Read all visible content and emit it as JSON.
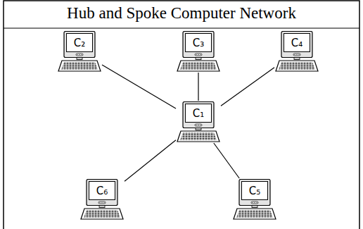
{
  "diagram": {
    "title": "Hub and Spoke Computer Network",
    "nodes": [
      {
        "text": [
          "C₂"
        ]
      },
      {
        "text": [
          "C₃"
        ]
      },
      {
        "text": [
          "C₄"
        ]
      },
      {
        "text": [
          "C₁"
        ]
      },
      {
        "text": [
          "C₆"
        ]
      },
      {
        "text": [
          "C₅"
        ]
      }
    ],
    "edges": [
      {
        "from": 3,
        "to": 0,
        "arrow": "none"
      },
      {
        "from": 3,
        "to": 1,
        "arrow": "none"
      },
      {
        "from": 3,
        "to": 2,
        "arrow": "none"
      },
      {
        "from": 3,
        "to": 4,
        "arrow": "none"
      },
      {
        "from": 3,
        "to": 5,
        "arrow": "none"
      }
    ]
  }
}
